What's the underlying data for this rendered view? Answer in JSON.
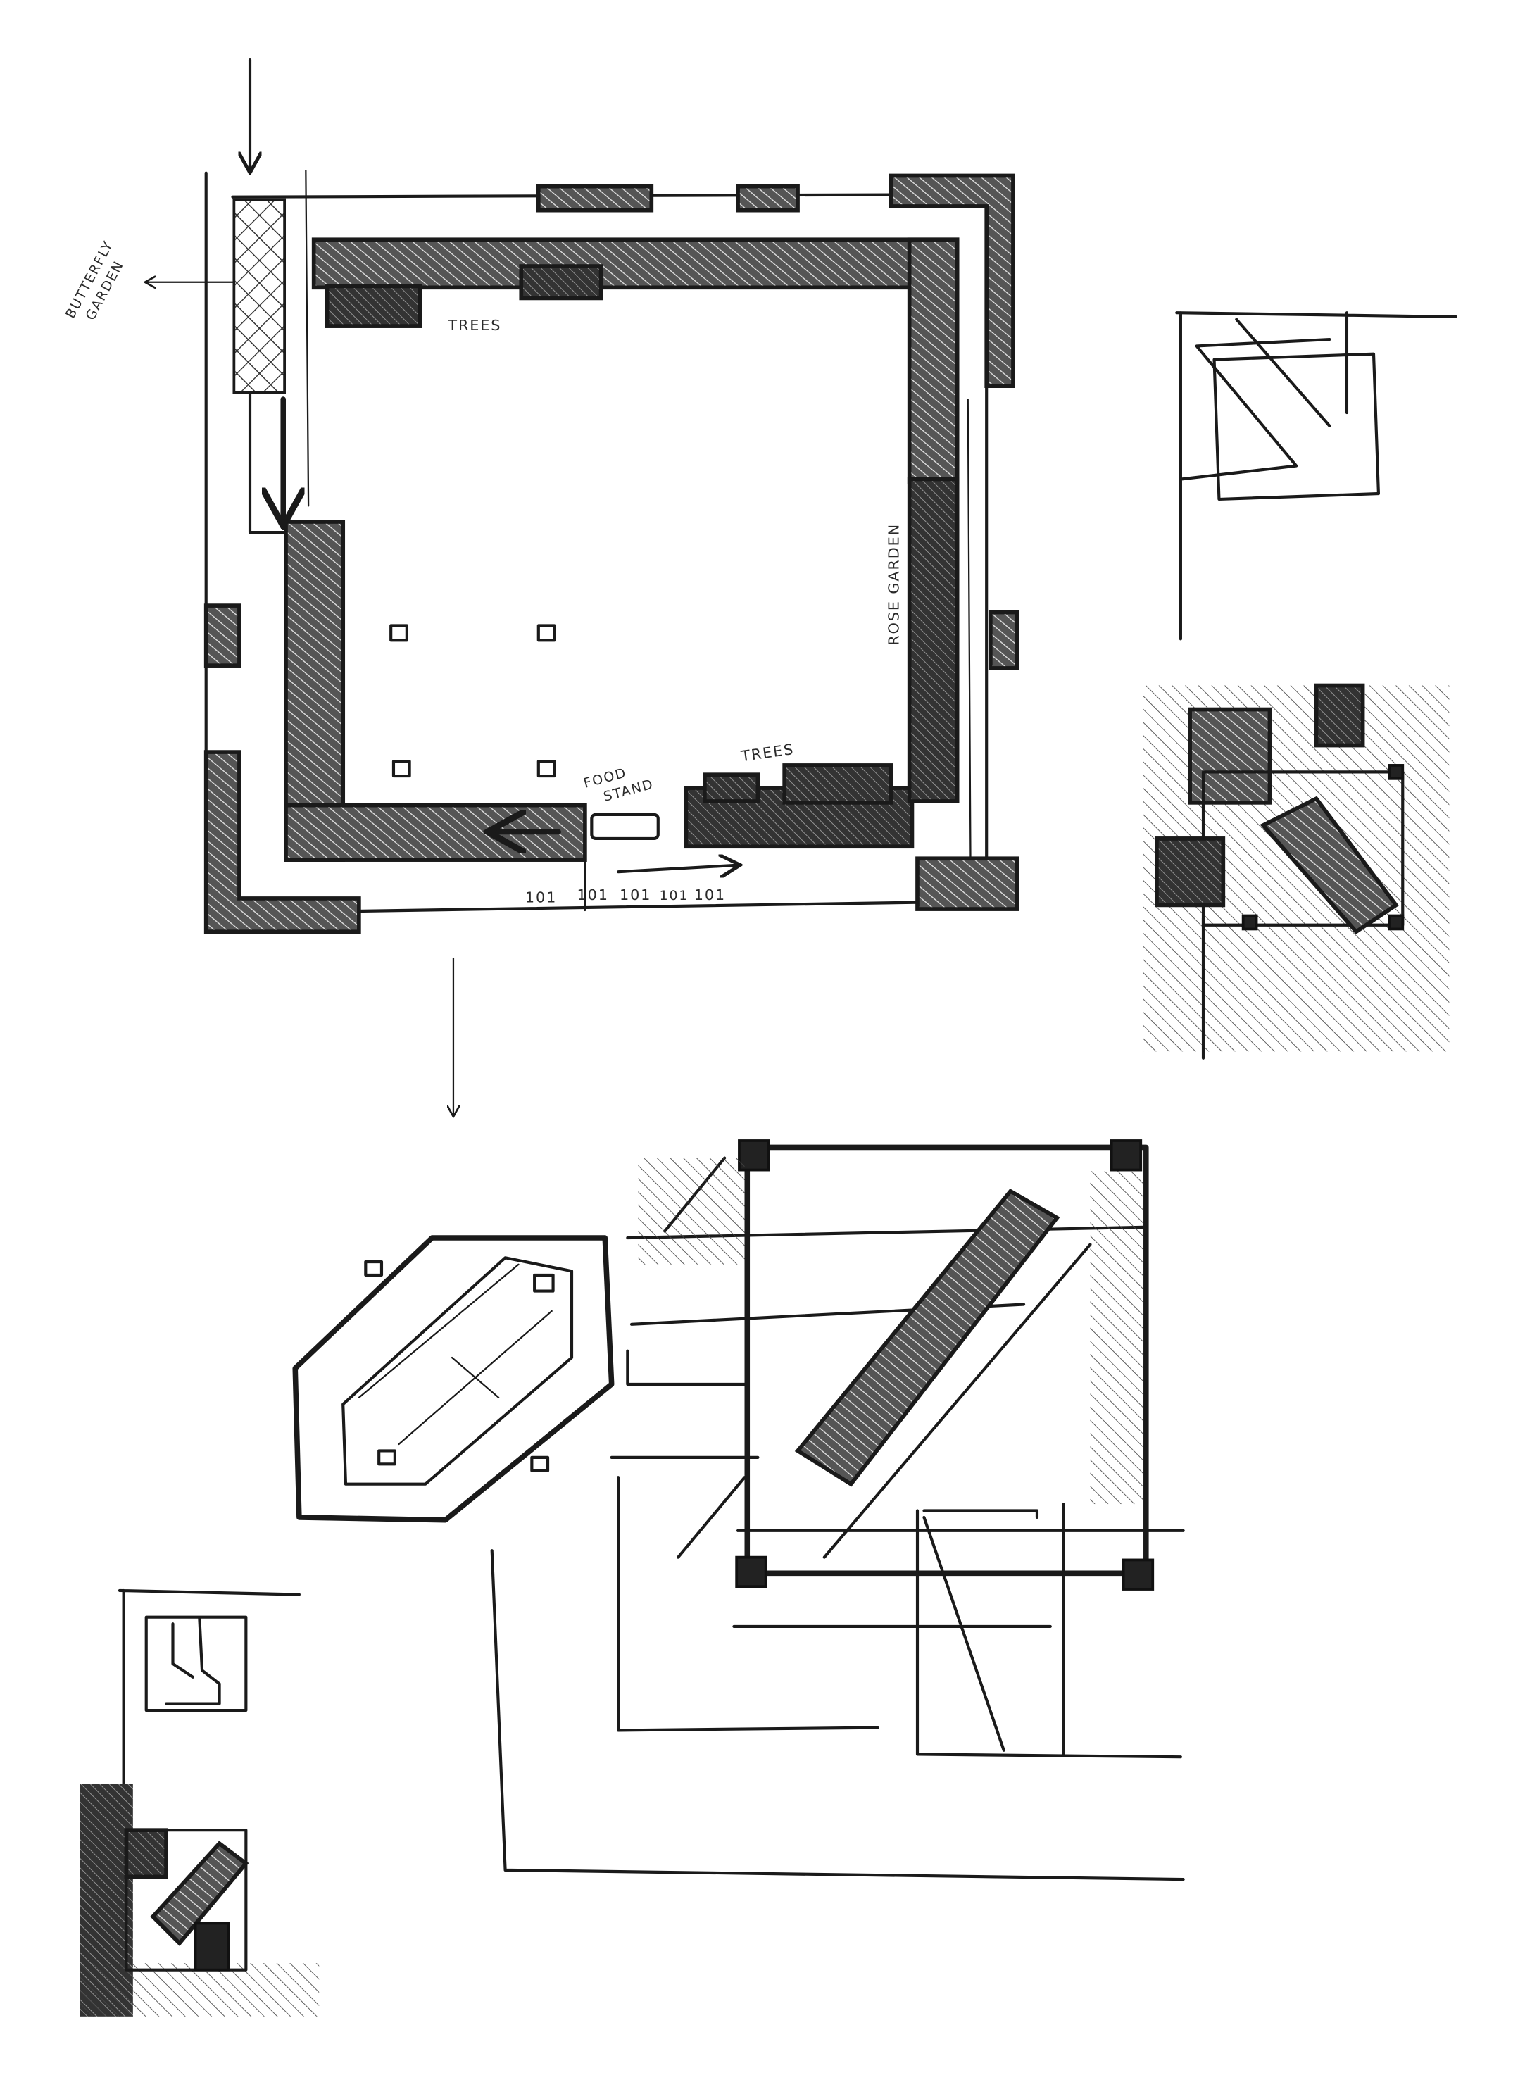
{
  "labels": {
    "butterfly_garden_line1": "BUTTERFLY",
    "butterfly_garden_line2": "GARDEN",
    "trees_top": "TREES",
    "rose_garden": "ROSE GARDEN",
    "food_stand_line1": "FOOD",
    "food_stand_line2": "STAND",
    "trees_bottom": "TREES",
    "bench_1": "101",
    "bench_2": "101",
    "bench_3": "101",
    "bench_4": "101",
    "bench_5": "101"
  },
  "colors": {
    "ink": "#1a1a1a",
    "paper": "#ffffff"
  }
}
